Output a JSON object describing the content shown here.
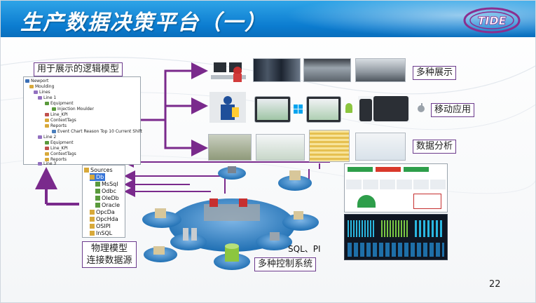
{
  "slide": {
    "title": "生产数据决策平台（一）",
    "logo_text": "TIDE",
    "page_number": "22"
  },
  "labels": {
    "logic_model": "用于展示的逻辑模型",
    "multi_display": "多种展示",
    "mobile_app": "移动应用",
    "data_analysis": "数据分析",
    "physical_model_line1": "物理模型",
    "physical_model_line2": "连接数据源",
    "control_systems": "多种控制系统",
    "sql_pi": "SQL、PI"
  },
  "logic_tree": [
    {
      "text": "Newport",
      "level": 0
    },
    {
      "text": "Moulding",
      "level": 1
    },
    {
      "text": "Lines",
      "level": 2
    },
    {
      "text": "Line 1",
      "level": 3
    },
    {
      "text": "Equipment",
      "level": 4
    },
    {
      "text": "Injection Moulder",
      "level": 5
    },
    {
      "text": "Line_KPI",
      "level": 4
    },
    {
      "text": "ContextTags",
      "level": 4
    },
    {
      "text": "Reports",
      "level": 4
    },
    {
      "text": "Event Chart Reason Top 10 Current Shift",
      "level": 5
    },
    {
      "text": "Line 2",
      "level": 3
    },
    {
      "text": "Equipment",
      "level": 4
    },
    {
      "text": "Line_KPI",
      "level": 4
    },
    {
      "text": "ContextTags",
      "level": 4
    },
    {
      "text": "Reports",
      "level": 4
    },
    {
      "text": "Line 3",
      "level": 3
    }
  ],
  "sources_tree": [
    {
      "text": "Sources",
      "level": 0
    },
    {
      "text": "Db",
      "level": 1,
      "selected": true
    },
    {
      "text": "MsSql",
      "level": 2
    },
    {
      "text": "Odbc",
      "level": 2
    },
    {
      "text": "OleDb",
      "level": 2
    },
    {
      "text": "Oracle",
      "level": 2
    },
    {
      "text": "OpcDa",
      "level": 1
    },
    {
      "text": "OpcHda",
      "level": 1
    },
    {
      "text": "OSIPI",
      "level": 1
    },
    {
      "text": "InSQL",
      "level": 1
    }
  ],
  "colors": {
    "title_bar": "#0b7cd0",
    "arrow_purple": "#7a2a8c",
    "label_border": "#6b3a8c",
    "platform_blue": "#1f6fb3",
    "logo_purple": "#8a2f8f"
  },
  "icons": {
    "windows": "windows-icon",
    "android": "android-icon",
    "apple": "apple-icon"
  }
}
